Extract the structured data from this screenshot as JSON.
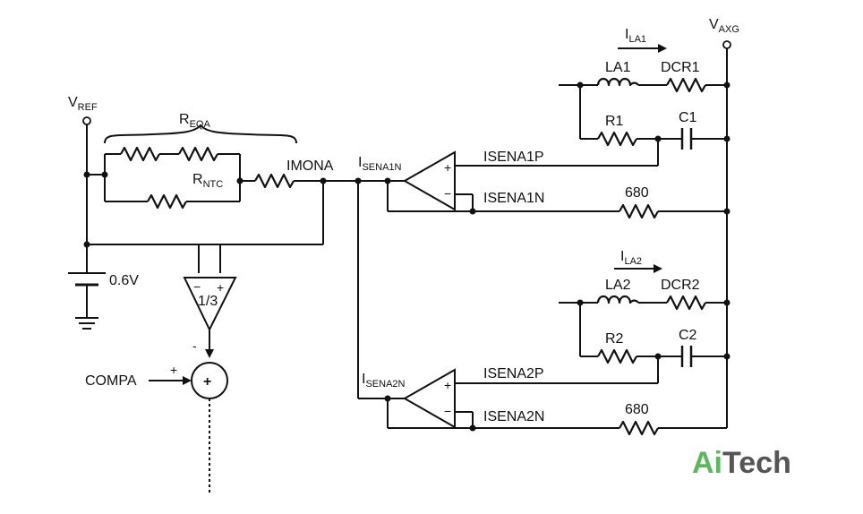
{
  "labels": {
    "vref_main": "V",
    "vref_sub": "REF",
    "reqa_main": "R",
    "reqa_sub": "EQA",
    "rntc_main": "R",
    "rntc_sub": "NTC",
    "imona": "IMONA",
    "isena1n_main": "I",
    "isena1n_sub": "SENA1N",
    "isena2n_main": "I",
    "isena2n_sub": "SENA2N",
    "vaxg_main": "V",
    "vaxg_sub": "AXG",
    "ila1_main": "I",
    "ila1_sub": "LA1",
    "ila2_main": "I",
    "ila2_sub": "LA2",
    "la1": "LA1",
    "dcr1": "DCR1",
    "r1": "R1",
    "c1": "C1",
    "la2": "LA2",
    "dcr2": "DCR2",
    "r2": "R2",
    "c2": "C2",
    "isena1p": "ISENA1P",
    "isena1n": "ISENA1N",
    "isena2p": "ISENA2P",
    "isena2n": "ISENA2N",
    "r680_top": "680",
    "r680_bottom": "680",
    "v06": "0.6V",
    "gain": "1/3",
    "compa": "COMPA",
    "amp_minus": "−",
    "amp_plus": "+",
    "sum_minus": "-",
    "sum_plus": "+",
    "sum_sign": "+",
    "op1_plus": "+",
    "op1_minus": "−",
    "op2_plus": "+",
    "op2_minus": "−"
  },
  "watermark": {
    "brand_a": "Ai",
    "brand_b": "Tech",
    "color_a": "#5cb85c",
    "color_b": "#555555"
  }
}
